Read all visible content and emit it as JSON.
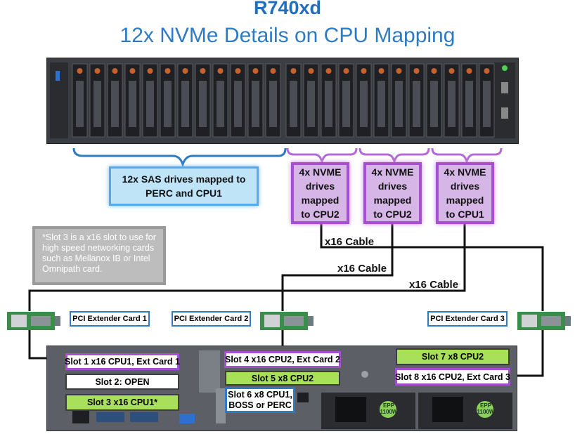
{
  "header": {
    "title": "R740xd",
    "subtitle": "12x NVMe Details on CPU Mapping"
  },
  "front_groups": {
    "sas": {
      "label_line1": "12x SAS drives mapped to",
      "label_line2": "PERC and CPU1"
    },
    "nvme": [
      {
        "l1": "4x NVME",
        "l2": "drives",
        "l3": "mapped",
        "l4": "to CPU2"
      },
      {
        "l1": "4x NVME",
        "l2": "drives",
        "l3": "mapped",
        "l4": "to CPU2"
      },
      {
        "l1": "4x NVME",
        "l2": "drives",
        "l3": "mapped",
        "l4": "to CPU1"
      }
    ]
  },
  "note": {
    "text": "*Slot 3 is a x16 slot to use for high speed networking cards such as Mellanox IB or Intel Omnipath card."
  },
  "cables": [
    "x16 Cable",
    "x16 Cable",
    "x16 Cable"
  ],
  "extender_cards": [
    "PCI Extender Card 1",
    "PCI Extender Card 2",
    "PCI Extender Card 3"
  ],
  "slots": {
    "s1": "Slot 1 x16 CPU1, Ext Card 1",
    "s2": "Slot 2: OPEN",
    "s3": "Slot 3 x16 CPU1*",
    "s4": "Slot 4 x16 CPU2, Ext Card 2",
    "s5": "Slot 5 x8 CPU2",
    "s6_line1": "Slot 6 x8 CPU1,",
    "s6_line2": "BOSS or PERC",
    "s7": "Slot 7 x8 CPU2",
    "s8": "Slot 8 x16 CPU2, Ext Card 3"
  },
  "psu": {
    "badge": "EPP",
    "watts": "1100W"
  },
  "colors": {
    "title": "#1f6fbf",
    "nvme_border": "#a64fd0",
    "sas_border": "#5aa9e6",
    "slot_green": "#a8e05a"
  }
}
